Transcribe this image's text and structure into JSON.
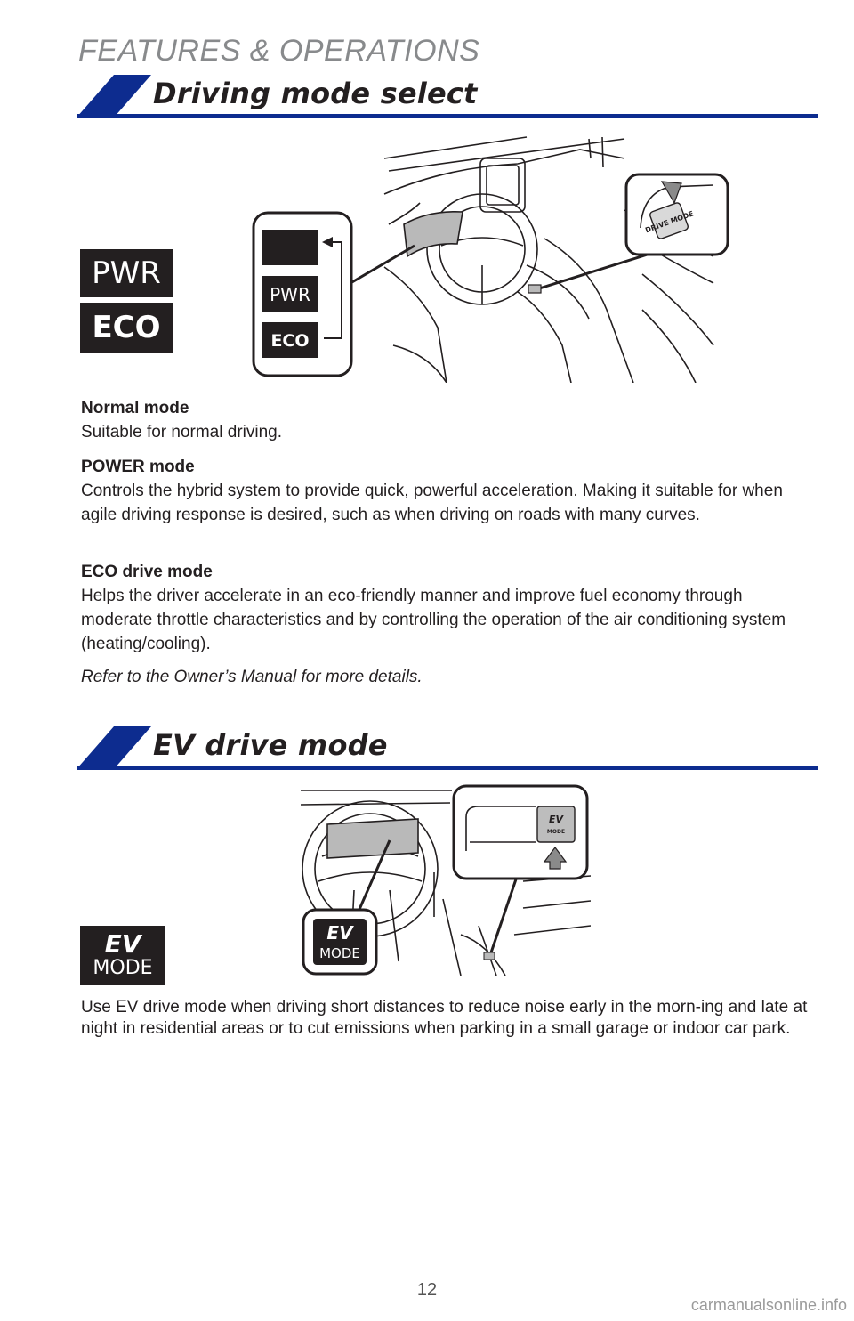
{
  "header": {
    "label": "FEATURES & OPERATIONS"
  },
  "colors": {
    "accent_blue": "#0d2c8f",
    "badge_dark": "#231f20"
  },
  "section1": {
    "title": "Driving mode select",
    "icons": {
      "pwr": "PWR",
      "eco": "ECO"
    },
    "illustration": {
      "indicator_pwr": "PWR",
      "indicator_eco": "ECO",
      "switch_label": "DRIVE MODE"
    },
    "modes": [
      {
        "title": "Normal mode",
        "body": "Suitable for normal driving."
      },
      {
        "title": "POWER mode",
        "body": "Controls the hybrid system to provide quick, powerful acceleration. Making it suitable for when agile driving response is desired, such as when driving on roads with many curves."
      },
      {
        "title": "ECO drive mode",
        "body": "Helps the driver accelerate in an eco-friendly manner and improve fuel economy through moderate throttle characteristics and by controlling the operation of the air conditioning system (heating/cooling)."
      }
    ],
    "note": "Refer to the Owner’s Manual for more details."
  },
  "section2": {
    "title": "EV drive mode",
    "icon": {
      "line1": "EV",
      "line2": "MODE"
    },
    "illustration": {
      "callout_line1": "EV",
      "callout_line2": "MODE",
      "switch_line1": "EV",
      "switch_line2": "MODE"
    },
    "body": "Use EV drive mode when driving short distances to reduce noise early in the morn-ing and late at night in residential areas or to cut emissions when parking in a small garage or indoor car park."
  },
  "footer": {
    "page_number": "12"
  },
  "watermark": {
    "text": "carmanualsonline.info"
  }
}
